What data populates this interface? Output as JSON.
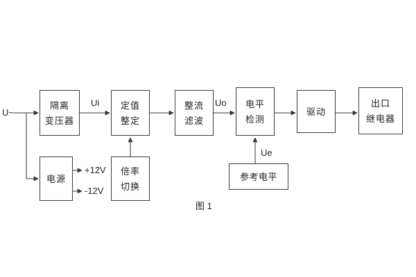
{
  "diagram": {
    "caption": "图 1",
    "labels": {
      "input_signal": "U~",
      "ui": "Ui",
      "uo": "Uo",
      "ue": "Ue",
      "plus12v": "+12V",
      "minus12v": "-12V"
    },
    "boxes": {
      "isolation_transformer": {
        "line1": "隔离",
        "line2": "变压器"
      },
      "setting_adjust": {
        "line1": "定值",
        "line2": "整定"
      },
      "rectify_filter": {
        "line1": "整流",
        "line2": "滤波"
      },
      "level_detect": {
        "line1": "电平",
        "line2": "检测"
      },
      "drive": {
        "line1": "驱动"
      },
      "output_relay": {
        "line1": "出口",
        "line2": "继电器"
      },
      "power_supply": {
        "line1": "电源"
      },
      "ratio_switch": {
        "line1": "倍率",
        "line2": "切换"
      },
      "reference_level": {
        "line1": "参考电平"
      }
    }
  }
}
